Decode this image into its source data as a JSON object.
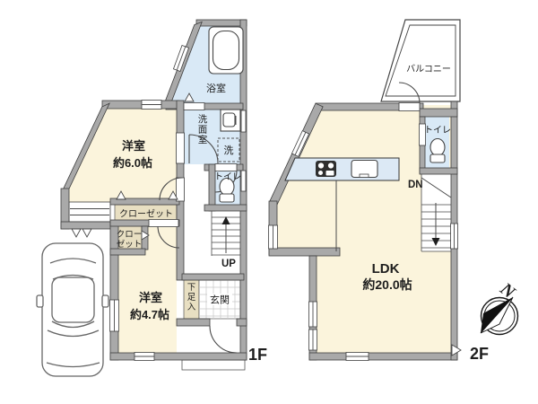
{
  "plan_title": "2-story house floor plan",
  "colors": {
    "wall": "#a9a9a9",
    "wall_edge": "#3f3f3f",
    "room_cream": "#fbf4dc",
    "room_blue": "#d9e9f6",
    "closet_beige": "#e8dfc2",
    "counter_blue": "#dce9f5",
    "text": "#1d1d1d"
  },
  "floor1": {
    "label": "1F",
    "stairs_label": "UP",
    "rooms": {
      "bath": "浴室",
      "washroom": "洗面室",
      "laundry": "洗",
      "toilet": "トイレ",
      "room6_name": "洋室",
      "room6_size": "約6.0帖",
      "closet": "クローゼット",
      "closet2_line1": "クロー",
      "closet2_line2": "ゼット",
      "room47_name": "洋室",
      "room47_size": "約4.7帖",
      "shoe": "下足入",
      "entrance": "玄関"
    }
  },
  "floor2": {
    "label": "2F",
    "stairs_label": "DN",
    "rooms": {
      "balcony": "バルコニー",
      "toilet": "トイレ",
      "ldk_name": "LDK",
      "ldk_size": "約20.0帖"
    }
  },
  "compass": {
    "north": "N"
  }
}
